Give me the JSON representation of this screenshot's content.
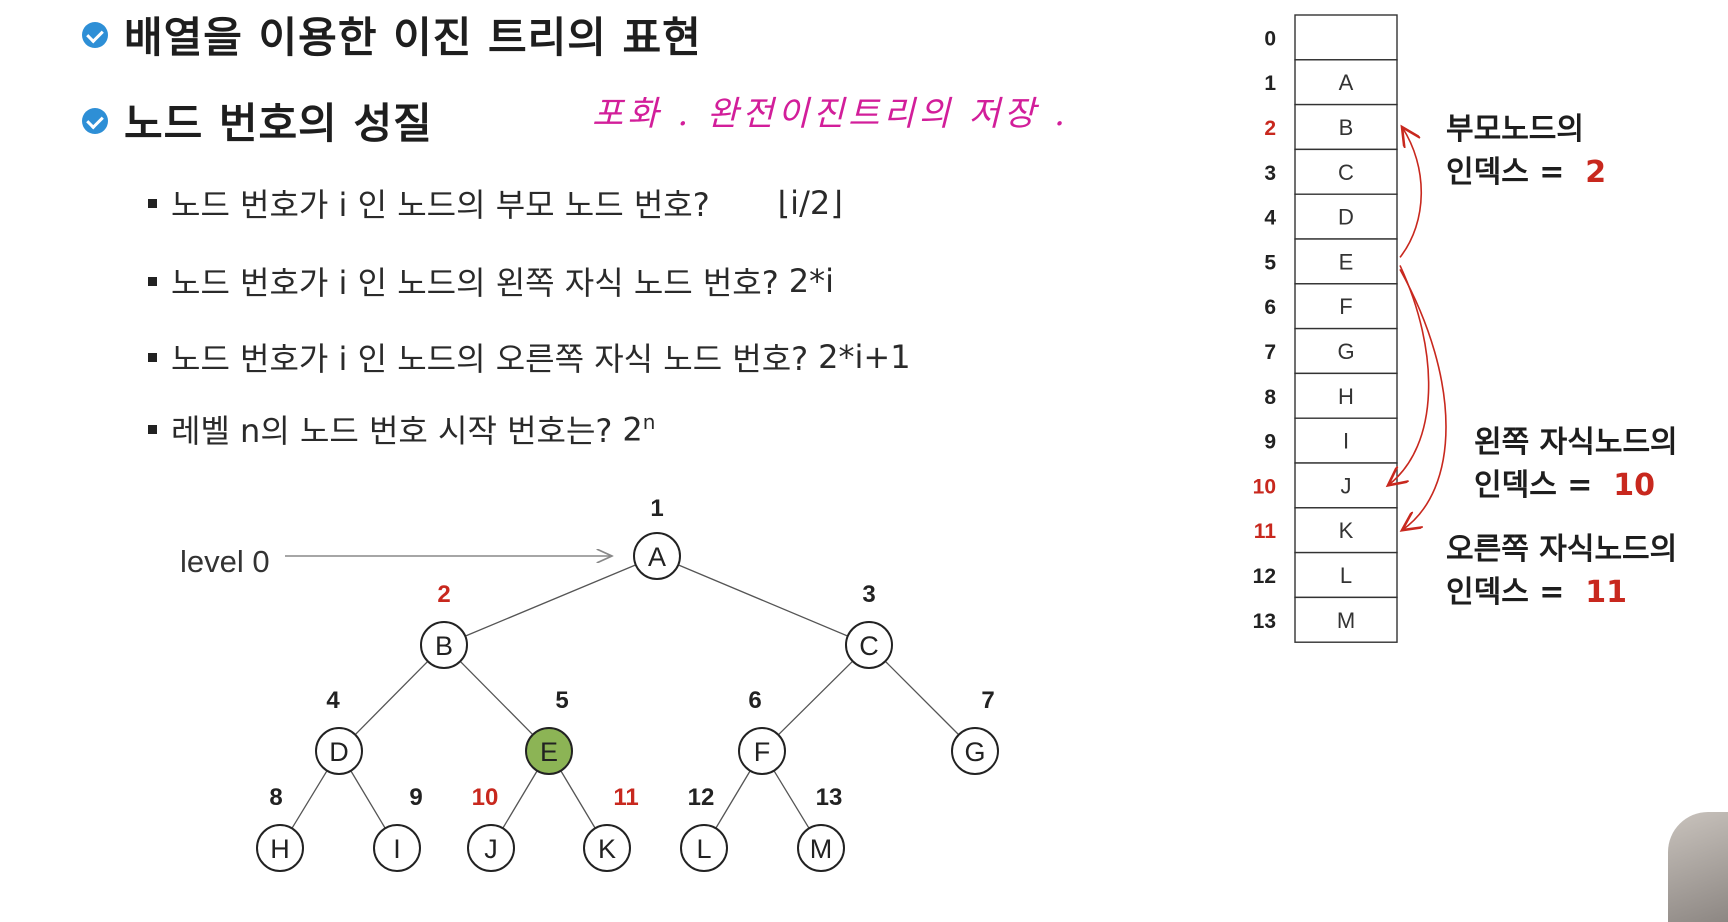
{
  "headings": [
    "배열을 이용한 이진 트리의 표현",
    "노드 번호의 성질"
  ],
  "annotation": "포화 . 완전이진트리의 저장 .",
  "bullets": [
    {
      "text": "노드 번호가 i 인 노드의 부모 노드 번호?",
      "answer": "⌊i/2⌋"
    },
    {
      "text": "노드 번호가 i 인 노드의 왼쪽 자식 노드 번호?",
      "answer": "2*i"
    },
    {
      "text": "노드 번호가 i 인 노드의 오른쪽 자식 노드 번호?",
      "answer": "2*i+1"
    },
    {
      "text": "레벨 n의 노드 번호 시작 번호는?",
      "answer_base": "2",
      "answer_sup": "n"
    }
  ],
  "tree": {
    "level_label": "level 0",
    "nodes": [
      {
        "id": 1,
        "label": "A"
      },
      {
        "id": 2,
        "label": "B"
      },
      {
        "id": 3,
        "label": "C"
      },
      {
        "id": 4,
        "label": "D"
      },
      {
        "id": 5,
        "label": "E",
        "highlight": true
      },
      {
        "id": 6,
        "label": "F"
      },
      {
        "id": 7,
        "label": "G"
      },
      {
        "id": 8,
        "label": "H"
      },
      {
        "id": 9,
        "label": "I"
      },
      {
        "id": 10,
        "label": "J"
      },
      {
        "id": 11,
        "label": "K"
      },
      {
        "id": 12,
        "label": "L"
      },
      {
        "id": 13,
        "label": "M"
      }
    ],
    "red_indices": [
      2,
      10,
      11
    ],
    "highlight_color": "#8cb455",
    "red_color": "#c8281e"
  },
  "array": {
    "indices": [
      "0",
      "1",
      "2",
      "3",
      "4",
      "5",
      "6",
      "7",
      "8",
      "9",
      "10",
      "11",
      "12",
      "13"
    ],
    "values": [
      "",
      "A",
      "B",
      "C",
      "D",
      "E",
      "F",
      "G",
      "H",
      "I",
      "J",
      "K",
      "L",
      "M"
    ]
  },
  "side_labels": {
    "parent": {
      "line1": "부모노드의",
      "line2": "인덱스 =",
      "value": "2"
    },
    "left": {
      "line1": "왼쪽 자식노드의",
      "line2": "인덱스 =",
      "value": "10"
    },
    "right": {
      "line1": "오른쪽 자식노드의",
      "line2": "인덱스 =",
      "value": "11"
    }
  }
}
